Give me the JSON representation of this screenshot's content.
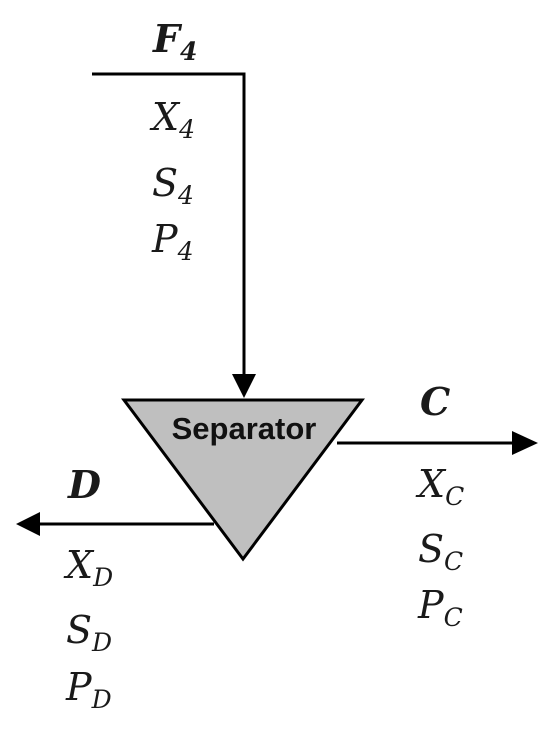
{
  "unit": {
    "name": "Separator",
    "fill_color": "#bfbfbf",
    "line_color": "#000000"
  },
  "streams": {
    "feed": {
      "name": "F",
      "subscript": "4",
      "components": [
        {
          "symbol": "X",
          "subscript": "4"
        },
        {
          "symbol": "S",
          "subscript": "4"
        },
        {
          "symbol": "P",
          "subscript": "4"
        }
      ]
    },
    "top_product": {
      "name": "C",
      "components": [
        {
          "symbol": "X",
          "subscript": "C"
        },
        {
          "symbol": "S",
          "subscript": "C"
        },
        {
          "symbol": "P",
          "subscript": "C"
        }
      ]
    },
    "bottom_product": {
      "name": "D",
      "components": [
        {
          "symbol": "X",
          "subscript": "D"
        },
        {
          "symbol": "S",
          "subscript": "D"
        },
        {
          "symbol": "P",
          "subscript": "D"
        }
      ]
    }
  }
}
